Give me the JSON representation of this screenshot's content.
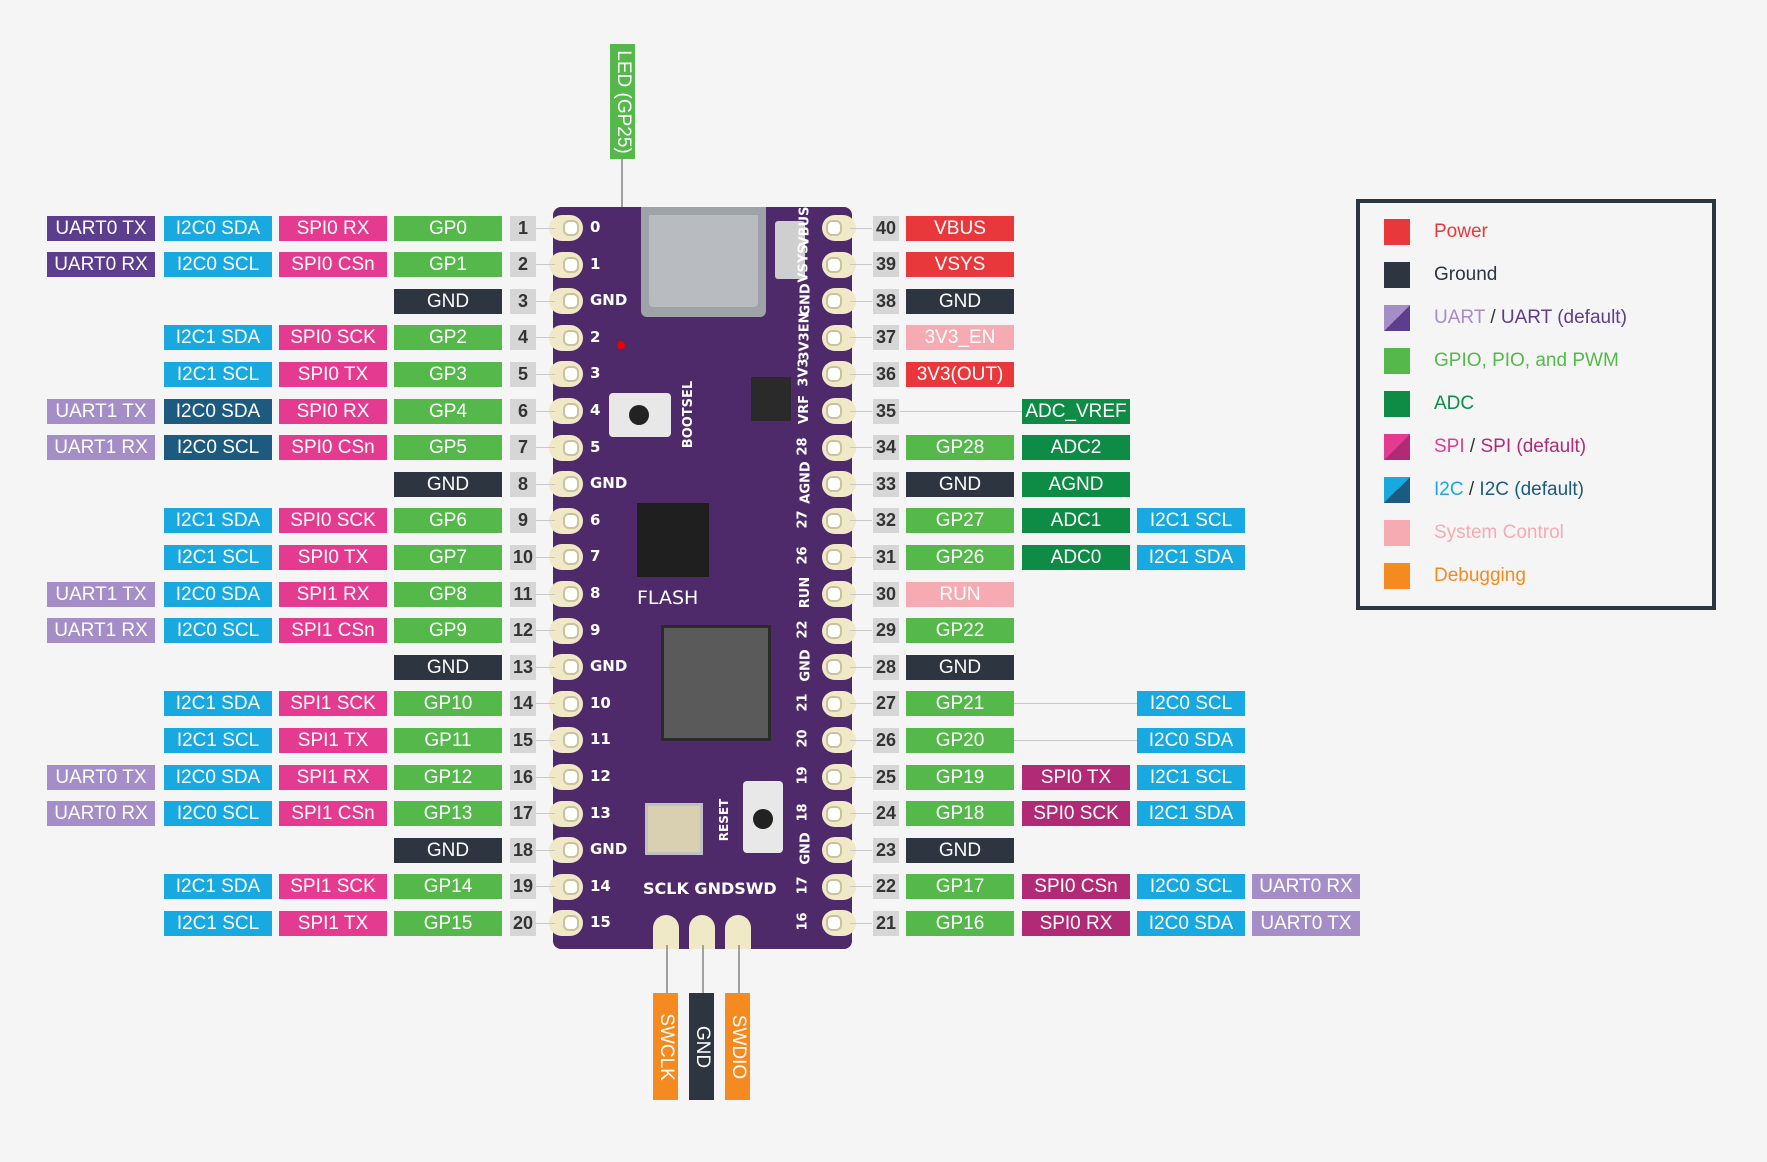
{
  "colors": {
    "power": "#e8383c",
    "ground": "#2d3540",
    "uart_alt": "#a58dc8",
    "uart_default": "#5d3d8e",
    "gpio": "#55b84a",
    "adc": "#0e8c45",
    "spi": "#e43b91",
    "spi_default": "#b02a76",
    "i2c": "#17a9df",
    "i2c_default": "#1c5a80",
    "system": "#f6abb3",
    "debug": "#f58a20"
  },
  "led_label": "LED (GP25)",
  "left_pins": [
    {
      "pin": "1",
      "gpio": "GP0",
      "gtype": "gpio",
      "spi": "SPI0 RX",
      "i2c": "I2C0 SDA",
      "uart": "UART0 TX",
      "ud": true
    },
    {
      "pin": "2",
      "gpio": "GP1",
      "gtype": "gpio",
      "spi": "SPI0 CSn",
      "i2c": "I2C0 SCL",
      "uart": "UART0 RX",
      "ud": true
    },
    {
      "pin": "3",
      "gpio": "GND",
      "gtype": "ground"
    },
    {
      "pin": "4",
      "gpio": "GP2",
      "gtype": "gpio",
      "spi": "SPI0 SCK",
      "i2c": "I2C1 SDA"
    },
    {
      "pin": "5",
      "gpio": "GP3",
      "gtype": "gpio",
      "spi": "SPI0 TX",
      "i2c": "I2C1 SCL"
    },
    {
      "pin": "6",
      "gpio": "GP4",
      "gtype": "gpio",
      "spi": "SPI0 RX",
      "i2c": "I2C0 SDA",
      "i2cd": true,
      "uart": "UART1 TX"
    },
    {
      "pin": "7",
      "gpio": "GP5",
      "gtype": "gpio",
      "spi": "SPI0 CSn",
      "i2c": "I2C0 SCL",
      "i2cd": true,
      "uart": "UART1 RX"
    },
    {
      "pin": "8",
      "gpio": "GND",
      "gtype": "ground"
    },
    {
      "pin": "9",
      "gpio": "GP6",
      "gtype": "gpio",
      "spi": "SPI0 SCK",
      "i2c": "I2C1 SDA"
    },
    {
      "pin": "10",
      "gpio": "GP7",
      "gtype": "gpio",
      "spi": "SPI0 TX",
      "i2c": "I2C1 SCL"
    },
    {
      "pin": "11",
      "gpio": "GP8",
      "gtype": "gpio",
      "spi": "SPI1 RX",
      "i2c": "I2C0 SDA",
      "uart": "UART1 TX"
    },
    {
      "pin": "12",
      "gpio": "GP9",
      "gtype": "gpio",
      "spi": "SPI1 CSn",
      "i2c": "I2C0 SCL",
      "uart": "UART1 RX"
    },
    {
      "pin": "13",
      "gpio": "GND",
      "gtype": "ground"
    },
    {
      "pin": "14",
      "gpio": "GP10",
      "gtype": "gpio",
      "spi": "SPI1 SCK",
      "i2c": "I2C1 SDA"
    },
    {
      "pin": "15",
      "gpio": "GP11",
      "gtype": "gpio",
      "spi": "SPI1 TX",
      "i2c": "I2C1 SCL"
    },
    {
      "pin": "16",
      "gpio": "GP12",
      "gtype": "gpio",
      "spi": "SPI1 RX",
      "i2c": "I2C0 SDA",
      "uart": "UART0 TX"
    },
    {
      "pin": "17",
      "gpio": "GP13",
      "gtype": "gpio",
      "spi": "SPI1 CSn",
      "i2c": "I2C0 SCL",
      "uart": "UART0 RX"
    },
    {
      "pin": "18",
      "gpio": "GND",
      "gtype": "ground"
    },
    {
      "pin": "19",
      "gpio": "GP14",
      "gtype": "gpio",
      "spi": "SPI1 SCK",
      "i2c": "I2C1 SDA"
    },
    {
      "pin": "20",
      "gpio": "GP15",
      "gtype": "gpio",
      "spi": "SPI1 TX",
      "i2c": "I2C1 SCL"
    }
  ],
  "right_pins": [
    {
      "pin": "40",
      "gpio": "VBUS",
      "gtype": "power"
    },
    {
      "pin": "39",
      "gpio": "VSYS",
      "gtype": "power"
    },
    {
      "pin": "38",
      "gpio": "GND",
      "gtype": "ground"
    },
    {
      "pin": "37",
      "gpio": "3V3_EN",
      "gtype": "system"
    },
    {
      "pin": "36",
      "gpio": "3V3(OUT)",
      "gtype": "power"
    },
    {
      "pin": "35",
      "c2": "ADC_VREF",
      "c2type": "adc",
      "longline": true
    },
    {
      "pin": "34",
      "gpio": "GP28",
      "gtype": "gpio",
      "c2": "ADC2",
      "c2type": "adc"
    },
    {
      "pin": "33",
      "gpio": "GND",
      "gtype": "ground",
      "c2": "AGND",
      "c2type": "adc"
    },
    {
      "pin": "32",
      "gpio": "GP27",
      "gtype": "gpio",
      "c2": "ADC1",
      "c2type": "adc",
      "c3": "I2C1 SCL",
      "c3type": "i2c"
    },
    {
      "pin": "31",
      "gpio": "GP26",
      "gtype": "gpio",
      "c2": "ADC0",
      "c2type": "adc",
      "c3": "I2C1 SDA",
      "c3type": "i2c"
    },
    {
      "pin": "30",
      "gpio": "RUN",
      "gtype": "system"
    },
    {
      "pin": "29",
      "gpio": "GP22",
      "gtype": "gpio"
    },
    {
      "pin": "28",
      "gpio": "GND",
      "gtype": "ground"
    },
    {
      "pin": "27",
      "gpio": "GP21",
      "gtype": "gpio",
      "c3": "I2C0 SCL",
      "c3type": "i2c",
      "bridge": true
    },
    {
      "pin": "26",
      "gpio": "GP20",
      "gtype": "gpio",
      "c3": "I2C0 SDA",
      "c3type": "i2c",
      "bridge": true
    },
    {
      "pin": "25",
      "gpio": "GP19",
      "gtype": "gpio",
      "c2": "SPI0 TX",
      "c2type": "spid",
      "c3": "I2C1 SCL",
      "c3type": "i2c"
    },
    {
      "pin": "24",
      "gpio": "GP18",
      "gtype": "gpio",
      "c2": "SPI0 SCK",
      "c2type": "spid",
      "c3": "I2C1 SDA",
      "c3type": "i2c"
    },
    {
      "pin": "23",
      "gpio": "GND",
      "gtype": "ground"
    },
    {
      "pin": "22",
      "gpio": "GP17",
      "gtype": "gpio",
      "c2": "SPI0 CSn",
      "c2type": "spid",
      "c3": "I2C0 SCL",
      "c3type": "i2c",
      "c4": "UART0 RX",
      "c4type": "uart"
    },
    {
      "pin": "21",
      "gpio": "GP16",
      "gtype": "gpio",
      "c2": "SPI0 RX",
      "c2type": "spid",
      "c3": "I2C0 SDA",
      "c3type": "i2c",
      "c4": "UART0 TX",
      "c4type": "uart"
    }
  ],
  "debug_pins": [
    {
      "label": "SWCLK",
      "type": "debug"
    },
    {
      "label": "GND",
      "type": "ground"
    },
    {
      "label": "SWDIO",
      "type": "debug"
    }
  ],
  "board": {
    "left_silk": [
      "0",
      "1",
      "GND",
      "2",
      "3",
      "4",
      "5",
      "GND",
      "6",
      "7",
      "8",
      "9",
      "GND",
      "10",
      "11",
      "12",
      "13",
      "GND",
      "14",
      "15"
    ],
    "right_silk": [
      "VBUS",
      "VSYS",
      "GND",
      "3V3EN",
      "3V3",
      "VRF",
      "28",
      "AGND",
      "27",
      "26",
      "RUN",
      "22",
      "GND",
      "21",
      "20",
      "19",
      "18",
      "GND",
      "17",
      "16"
    ],
    "bootsel": "BOOTSEL",
    "flash": "FLASH",
    "reset": "RESET",
    "debug_header": "SCLK GNDSWD"
  },
  "legend": {
    "power": "Power",
    "ground": "Ground",
    "uart_alt": "UART",
    "sep": " / ",
    "uart_def": "UART (default)",
    "gpio": "GPIO, PIO, and PWM",
    "adc": "ADC",
    "spi_alt": "SPI",
    "spi_def": "SPI (default)",
    "i2c_alt": "I2C",
    "i2c_def": "I2C (default)",
    "system": "System Control",
    "debug": "Debugging"
  }
}
